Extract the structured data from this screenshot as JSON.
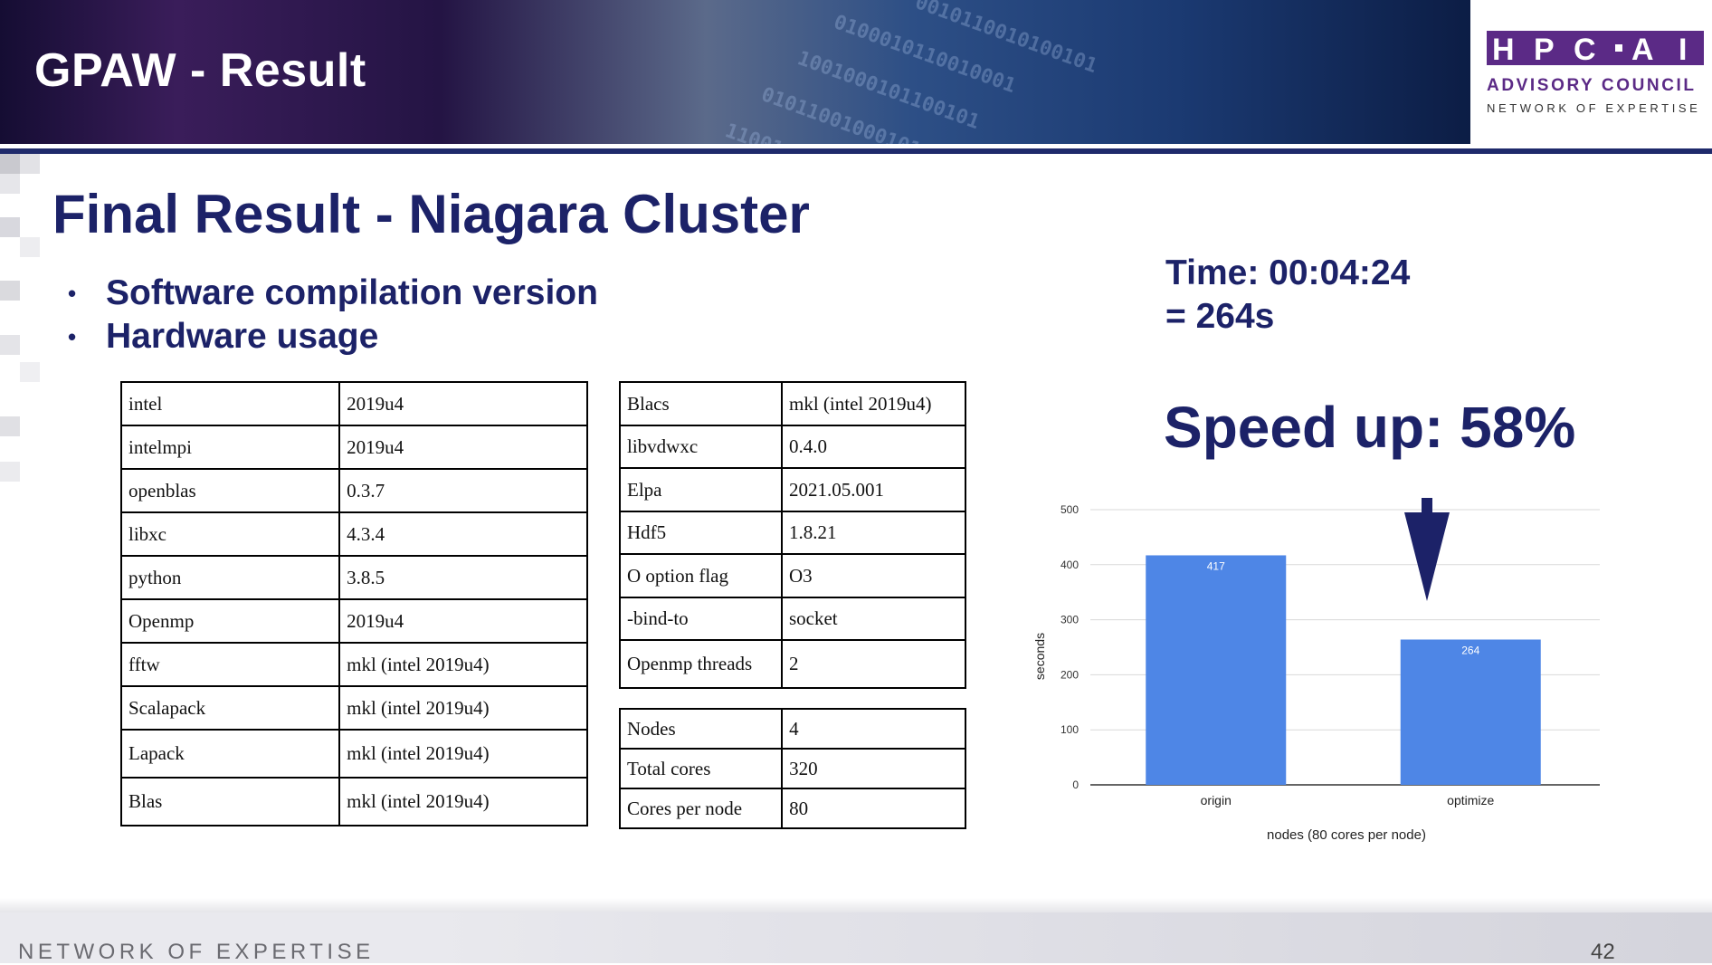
{
  "header": {
    "title": "GPAW - Result",
    "logo": {
      "letters": [
        "H",
        "P",
        "C",
        "A",
        "I"
      ],
      "line1": "ADVISORY COUNCIL",
      "line2": "NETWORK OF EXPERTISE"
    }
  },
  "slide": {
    "title": "Final Result - Niagara Cluster",
    "bullets": [
      "Software compilation version",
      "Hardware usage"
    ],
    "time_line1": "Time: 00:04:24",
    "time_line2": "= 264s",
    "speedup": "Speed up: 58%"
  },
  "table_left": [
    [
      "intel",
      "2019u4"
    ],
    [
      "intelmpi",
      "2019u4"
    ],
    [
      "openblas",
      "0.3.7"
    ],
    [
      "libxc",
      "4.3.4"
    ],
    [
      "python",
      "3.8.5"
    ],
    [
      "Openmp",
      "2019u4"
    ],
    [
      "fftw",
      "mkl (intel 2019u4)"
    ],
    [
      "Scalapack",
      "mkl (intel 2019u4)"
    ],
    [
      "Lapack",
      "mkl (intel 2019u4)"
    ],
    [
      "Blas",
      "mkl (intel 2019u4)"
    ]
  ],
  "table_mid": [
    [
      "Blacs",
      "mkl (intel 2019u4)"
    ],
    [
      "libvdwxc",
      "0.4.0"
    ],
    [
      "Elpa",
      "2021.05.001"
    ],
    [
      "Hdf5",
      "1.8.21"
    ],
    [
      "O option flag",
      "O3"
    ],
    [
      "-bind-to",
      "socket"
    ],
    [
      "Openmp threads",
      "2"
    ]
  ],
  "table_hw": [
    [
      "Nodes",
      "4"
    ],
    [
      "Total cores",
      "320"
    ],
    [
      "Cores per node",
      "80"
    ]
  ],
  "chart_data": {
    "type": "bar",
    "categories": [
      "origin",
      "optimize"
    ],
    "values": [
      417,
      264
    ],
    "data_labels": [
      "417",
      "264"
    ],
    "xlabel": "nodes (80 cores per node)",
    "ylabel": "seconds",
    "ylim": [
      0,
      500
    ],
    "yticks": [
      0,
      100,
      200,
      300,
      400,
      500
    ],
    "grid": true,
    "bar_color": "#4e86e6",
    "annotation": "down-arrow above optimize bar"
  },
  "footer": {
    "text": "NETWORK OF EXPERTISE",
    "page_number": "42"
  }
}
